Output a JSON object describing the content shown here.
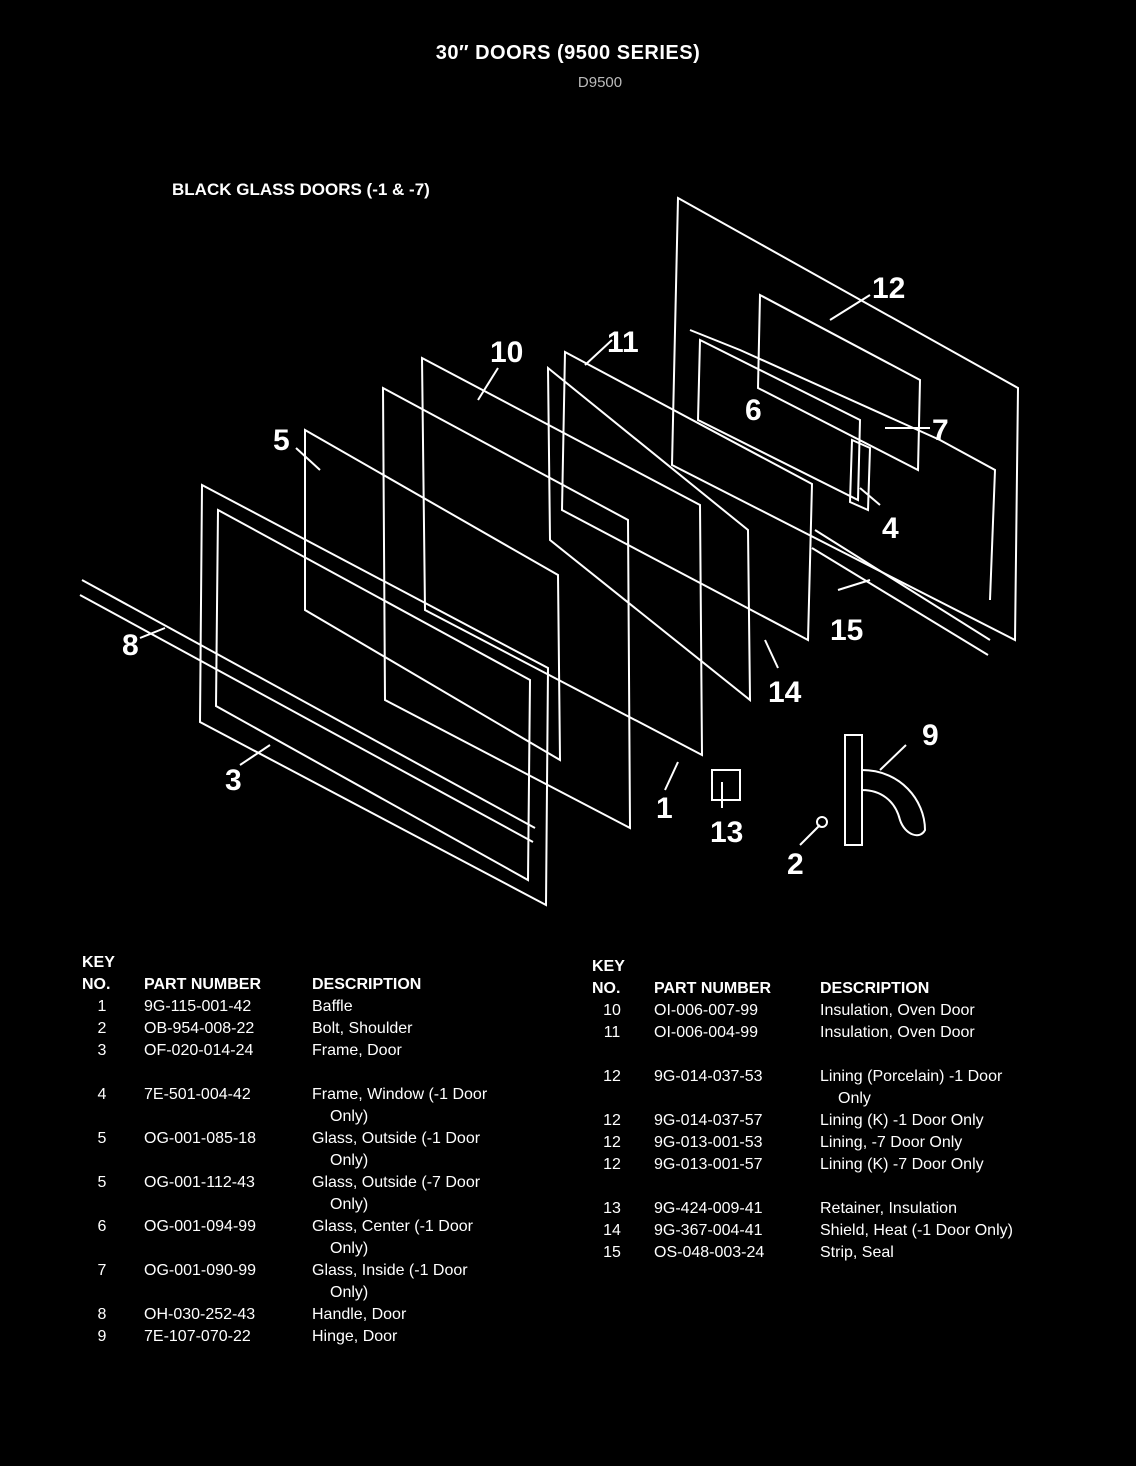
{
  "title": "30″ DOORS (9500 SERIES)",
  "subtitle": "D9500",
  "section_label": "BLACK GLASS DOORS (-1 & -7)",
  "callouts": [
    "1",
    "2",
    "3",
    "4",
    "5",
    "6",
    "7",
    "8",
    "9",
    "10",
    "11",
    "12",
    "13",
    "14",
    "15"
  ],
  "headers": {
    "key_top": "KEY",
    "key_bottom": "NO.",
    "part_number": "PART NUMBER",
    "description": "DESCRIPTION"
  },
  "left_parts": [
    {
      "key": "1",
      "part": "9G-115-001-42",
      "desc": "Baffle",
      "desc2": ""
    },
    {
      "key": "2",
      "part": "OB-954-008-22",
      "desc": "Bolt, Shoulder",
      "desc2": ""
    },
    {
      "key": "3",
      "part": "OF-020-014-24",
      "desc": "Frame, Door",
      "desc2": ""
    },
    {
      "key": "4",
      "part": "7E-501-004-42",
      "desc": "Frame, Window (-1 Door",
      "desc2": "Only)"
    },
    {
      "key": "5",
      "part": "OG-001-085-18",
      "desc": "Glass, Outside (-1 Door",
      "desc2": "Only)"
    },
    {
      "key": "5",
      "part": "OG-001-112-43",
      "desc": "Glass, Outside (-7 Door",
      "desc2": "Only)"
    },
    {
      "key": "6",
      "part": "OG-001-094-99",
      "desc": "Glass, Center (-1 Door",
      "desc2": "Only)"
    },
    {
      "key": "7",
      "part": "OG-001-090-99",
      "desc": "Glass, Inside (-1 Door",
      "desc2": "Only)"
    },
    {
      "key": "8",
      "part": "OH-030-252-43",
      "desc": "Handle, Door",
      "desc2": ""
    },
    {
      "key": "9",
      "part": "7E-107-070-22",
      "desc": "Hinge, Door",
      "desc2": ""
    }
  ],
  "right_parts": [
    {
      "key": "10",
      "part": "OI-006-007-99",
      "desc": "Insulation, Oven Door",
      "desc2": ""
    },
    {
      "key": "11",
      "part": "OI-006-004-99",
      "desc": "Insulation, Oven Door",
      "desc2": ""
    },
    {
      "key": "12",
      "part": "9G-014-037-53",
      "desc": "Lining (Porcelain) -1 Door",
      "desc2": "Only"
    },
    {
      "key": "12",
      "part": "9G-014-037-57",
      "desc": "Lining (K) -1 Door Only",
      "desc2": ""
    },
    {
      "key": "12",
      "part": "9G-013-001-53",
      "desc": "Lining, -7 Door Only",
      "desc2": ""
    },
    {
      "key": "12",
      "part": "9G-013-001-57",
      "desc": "Lining (K) -7 Door Only",
      "desc2": ""
    },
    {
      "key": "13",
      "part": "9G-424-009-41",
      "desc": "Retainer, Insulation",
      "desc2": ""
    },
    {
      "key": "14",
      "part": "9G-367-004-41",
      "desc": "Shield, Heat (-1 Door Only)",
      "desc2": ""
    },
    {
      "key": "15",
      "part": "OS-048-003-24",
      "desc": "Strip, Seal",
      "desc2": ""
    }
  ]
}
